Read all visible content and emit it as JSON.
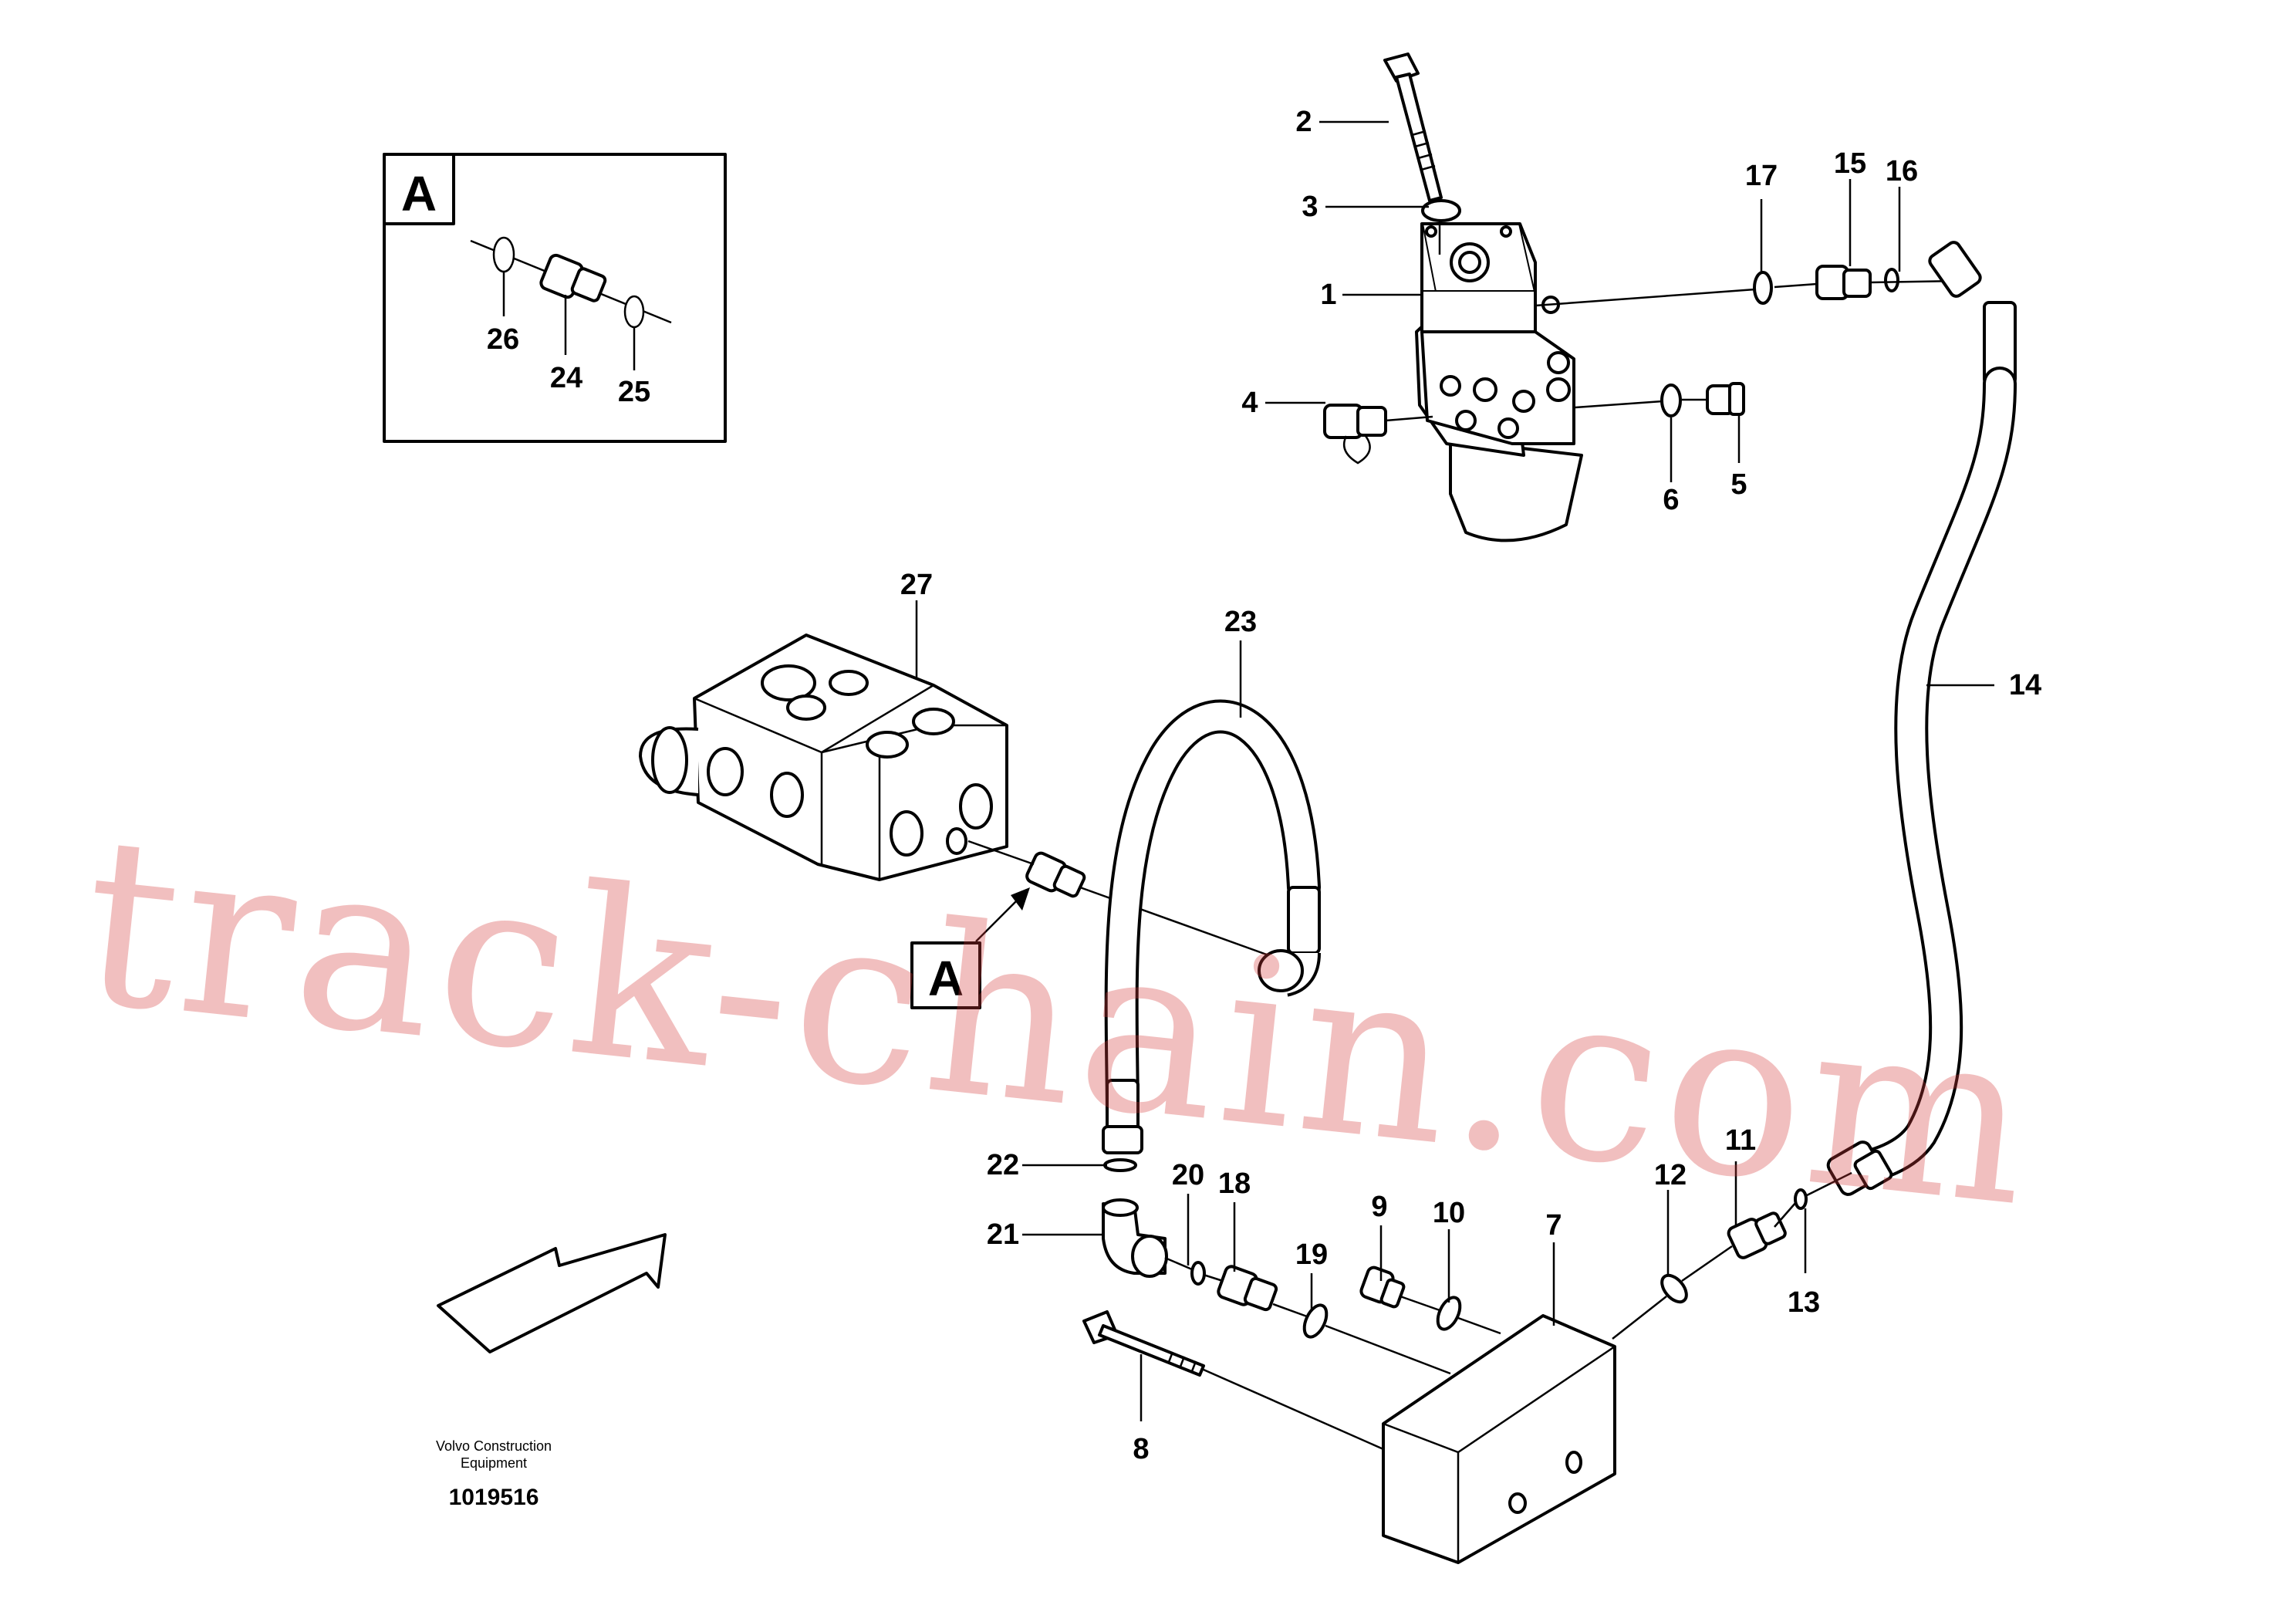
{
  "detail_box": {
    "letter": "A",
    "labels": {
      "p26": "26",
      "p24": "24",
      "p25": "25"
    }
  },
  "reference_tag": {
    "letter": "A"
  },
  "labels": {
    "p1": "1",
    "p2": "2",
    "p3": "3",
    "p4": "4",
    "p5": "5",
    "p6": "6",
    "p7": "7",
    "p8": "8",
    "p9": "9",
    "p10": "10",
    "p11": "11",
    "p12": "12",
    "p13": "13",
    "p14": "14",
    "p15": "15",
    "p16": "16",
    "p17": "17",
    "p18": "18",
    "p19": "19",
    "p20": "20",
    "p21": "21",
    "p22": "22",
    "p23": "23",
    "p27": "27"
  },
  "credit": {
    "line1": "Volvo Construction",
    "line2": "Equipment"
  },
  "document_number": "1019516",
  "watermark": "track-chain.com",
  "colors": {
    "ink": "#000000",
    "watermark": "#d63c3c"
  }
}
